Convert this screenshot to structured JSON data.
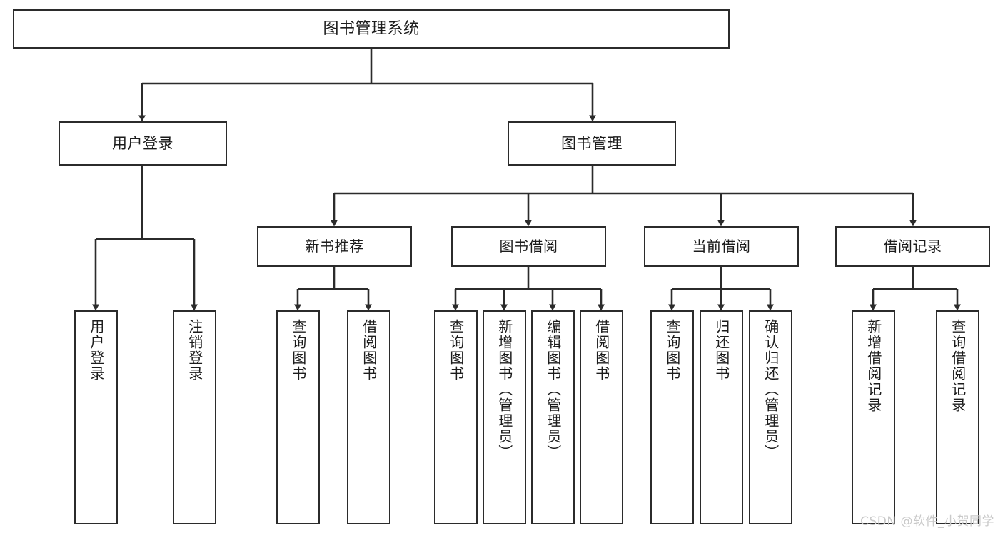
{
  "diagram": {
    "title": "图书管理系统",
    "type": "tree-hierarchy",
    "watermark": "CSDN @软件_小贺同学",
    "colors": {
      "background": "#ffffff",
      "border": "#2b2b2b",
      "text": "#1c1c1c",
      "edge": "#2b2b2b",
      "watermark": "#c9c9c9"
    },
    "nodes": {
      "root": {
        "label": "图书管理系统"
      },
      "level1": [
        {
          "key": "user_login",
          "label": "用户登录"
        },
        {
          "key": "book_manage",
          "label": "图书管理"
        }
      ],
      "level2": [
        {
          "key": "new_book_rec",
          "label": "新书推荐"
        },
        {
          "key": "book_borrow",
          "label": "图书借阅"
        },
        {
          "key": "current_borrow",
          "label": "当前借阅"
        },
        {
          "key": "borrow_record",
          "label": "借阅记录"
        }
      ],
      "leaves": {
        "user_login": [
          {
            "key": "leaf_user_login",
            "label": "用户登录"
          },
          {
            "key": "leaf_logout",
            "label": "注销登录"
          }
        ],
        "new_book_rec": [
          {
            "key": "leaf_query_book_1",
            "label": "查询图书"
          },
          {
            "key": "leaf_borrow_book_1",
            "label": "借阅图书"
          }
        ],
        "book_borrow": [
          {
            "key": "leaf_query_book_2",
            "label": "查询图书"
          },
          {
            "key": "leaf_add_book",
            "label": "新增图书（管理员）"
          },
          {
            "key": "leaf_edit_book",
            "label": "编辑图书（管理员）"
          },
          {
            "key": "leaf_borrow_book_2",
            "label": "借阅图书"
          }
        ],
        "current_borrow": [
          {
            "key": "leaf_query_book_3",
            "label": "查询图书"
          },
          {
            "key": "leaf_return_book",
            "label": "归还图书"
          },
          {
            "key": "leaf_confirm_return",
            "label": "确认归还（管理员）"
          }
        ],
        "borrow_record": [
          {
            "key": "leaf_add_record",
            "label": "新增借阅记录"
          },
          {
            "key": "leaf_query_record",
            "label": "查询借阅记录"
          }
        ]
      }
    }
  }
}
